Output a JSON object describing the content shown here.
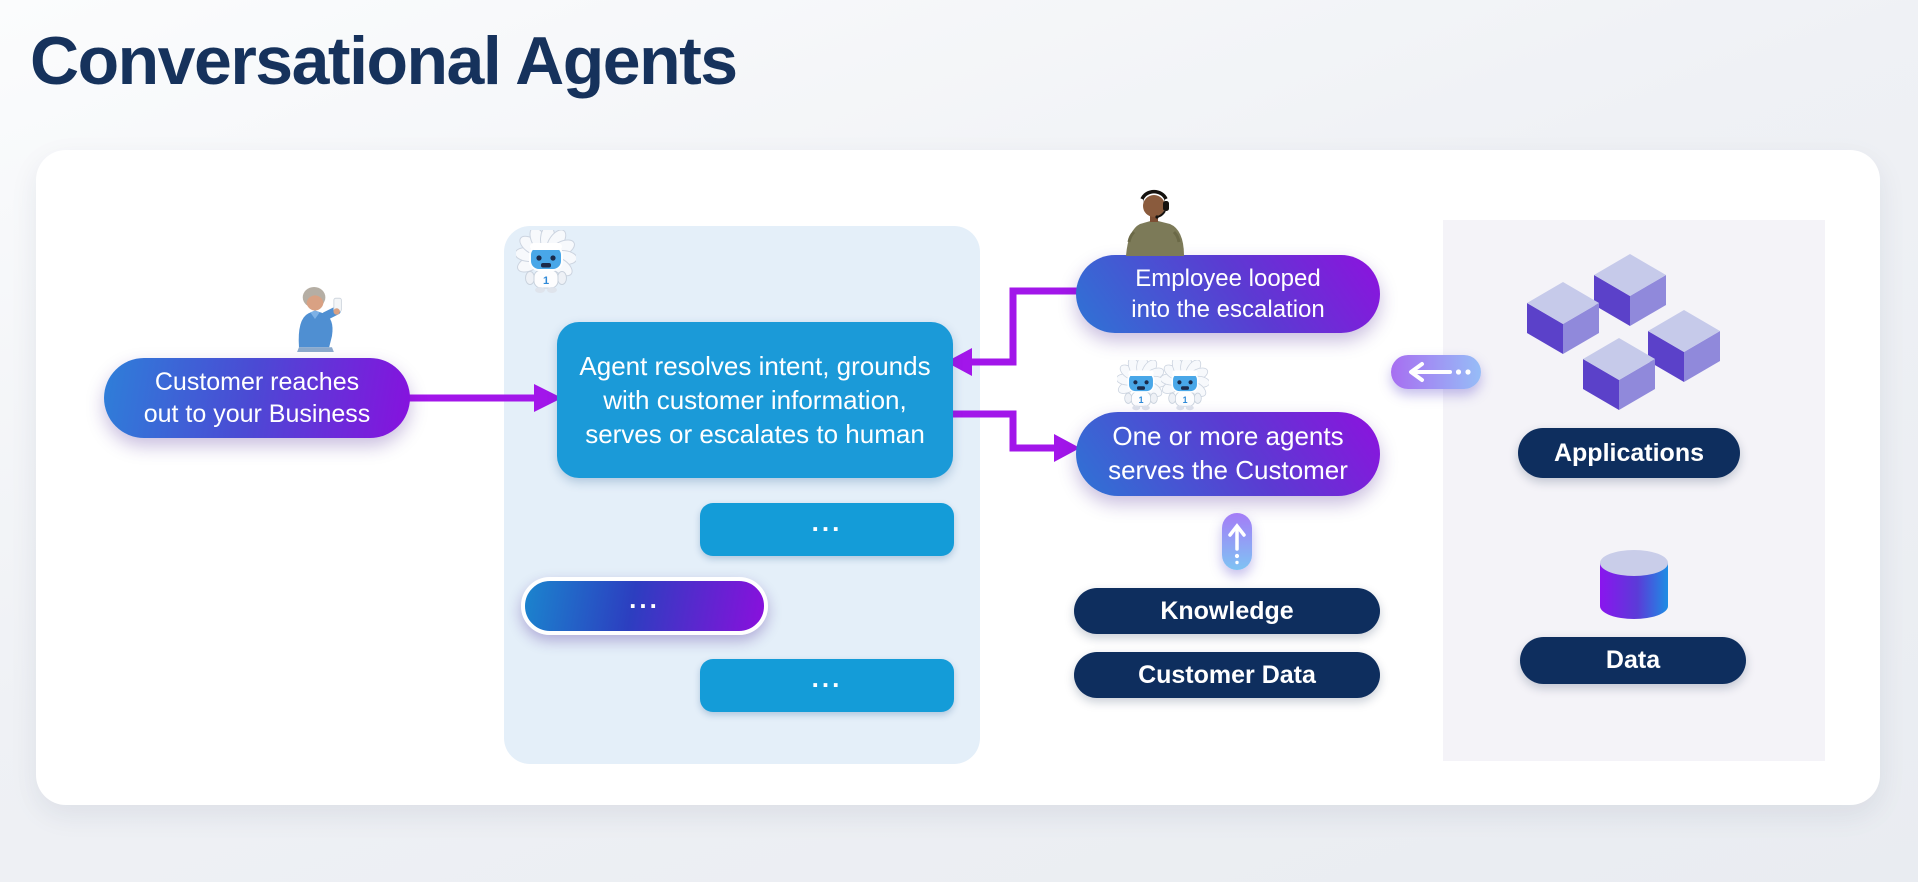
{
  "title": "Conversational Agents",
  "flow": {
    "customer_label": "Customer reaches\nout to your Business",
    "agent_message": "Agent resolves intent, grounds\nwith customer information,\nserves or escalates to human",
    "bubble_dots": "...",
    "employee_label": "Employee looped\ninto the escalation",
    "agents_label": "One or more agents\nserves the Customer",
    "knowledge_label": "Knowledge",
    "customer_data_label": "Customer Data",
    "applications_label": "Applications",
    "data_label": "Data"
  },
  "icons": {
    "robot": "agentforce-robot-mascot",
    "robot_pair": "two-agentforce-robots",
    "customer_photo": "customer-with-phone-photo",
    "employee_photo": "support-employee-headset-photo",
    "up_arrow": "grounding-up-arrow",
    "left_arrow": "retrieval-left-arrow",
    "cubes": "applications-cubes",
    "cylinder": "data-cylinder"
  },
  "colors": {
    "title_navy": "#16325C",
    "navy_pill": "#0E2E5E",
    "agent_blue": "#1B9AD8",
    "bubble_blue": "#149CD8",
    "chat_panel_blue": "#E4EFF9",
    "systems_panel_lavender": "#F4F3F8",
    "arrow_purple": "#A216EA",
    "gradient_blue": "#2E7FD9",
    "gradient_purple": "#8711DE",
    "cube_top": "#C6CAEA",
    "cube_left": "#5B41C9",
    "cube_right": "#9089DB"
  }
}
